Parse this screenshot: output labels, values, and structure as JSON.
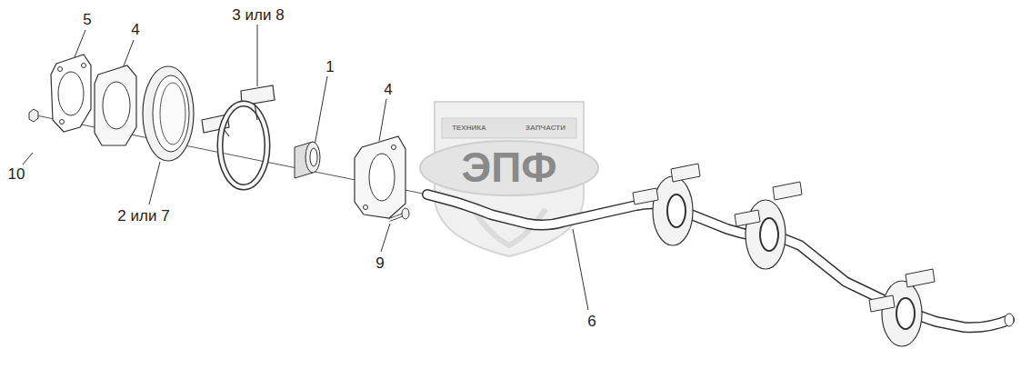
{
  "diagram": {
    "labels": [
      "5",
      "4",
      "3 или 8",
      "1",
      "4",
      "10",
      "2 или 7",
      "9",
      "6",
      "ТЕХНИКА",
      "ЗАПЧАСТИ",
      "ЭПФ"
    ]
  }
}
